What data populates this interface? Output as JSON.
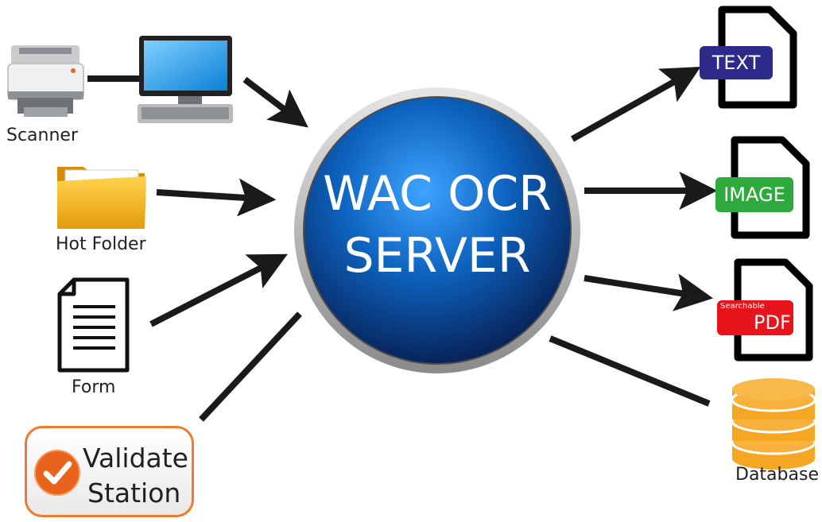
{
  "hub": {
    "line1": "WAC OCR",
    "line2": "SERVER"
  },
  "inputs": {
    "scanner": {
      "label": "Scanner",
      "icon": "scanner-icon"
    },
    "computer": {
      "icon": "computer-icon"
    },
    "hot_folder": {
      "label": "Hot Folder",
      "icon": "folder-icon"
    },
    "form": {
      "label": "Form",
      "icon": "document-icon"
    },
    "validate_station": {
      "line1": "Validate",
      "line2": "Station",
      "icon": "checkmark-icon"
    }
  },
  "outputs": {
    "text": {
      "label": "TEXT",
      "color": "#2e2a8a"
    },
    "image": {
      "label": "IMAGE",
      "color": "#2eaa3c"
    },
    "pdf": {
      "label": "PDF",
      "sublabel": "Searchable",
      "color": "#e8141b"
    },
    "database": {
      "label": "Database",
      "color": "#f5a623"
    }
  },
  "colors": {
    "hub": "#0b5aa8",
    "hub_ring": "#a9a9a9",
    "arrow": "#1a1a1a",
    "validate_border": "#ee7b30"
  }
}
